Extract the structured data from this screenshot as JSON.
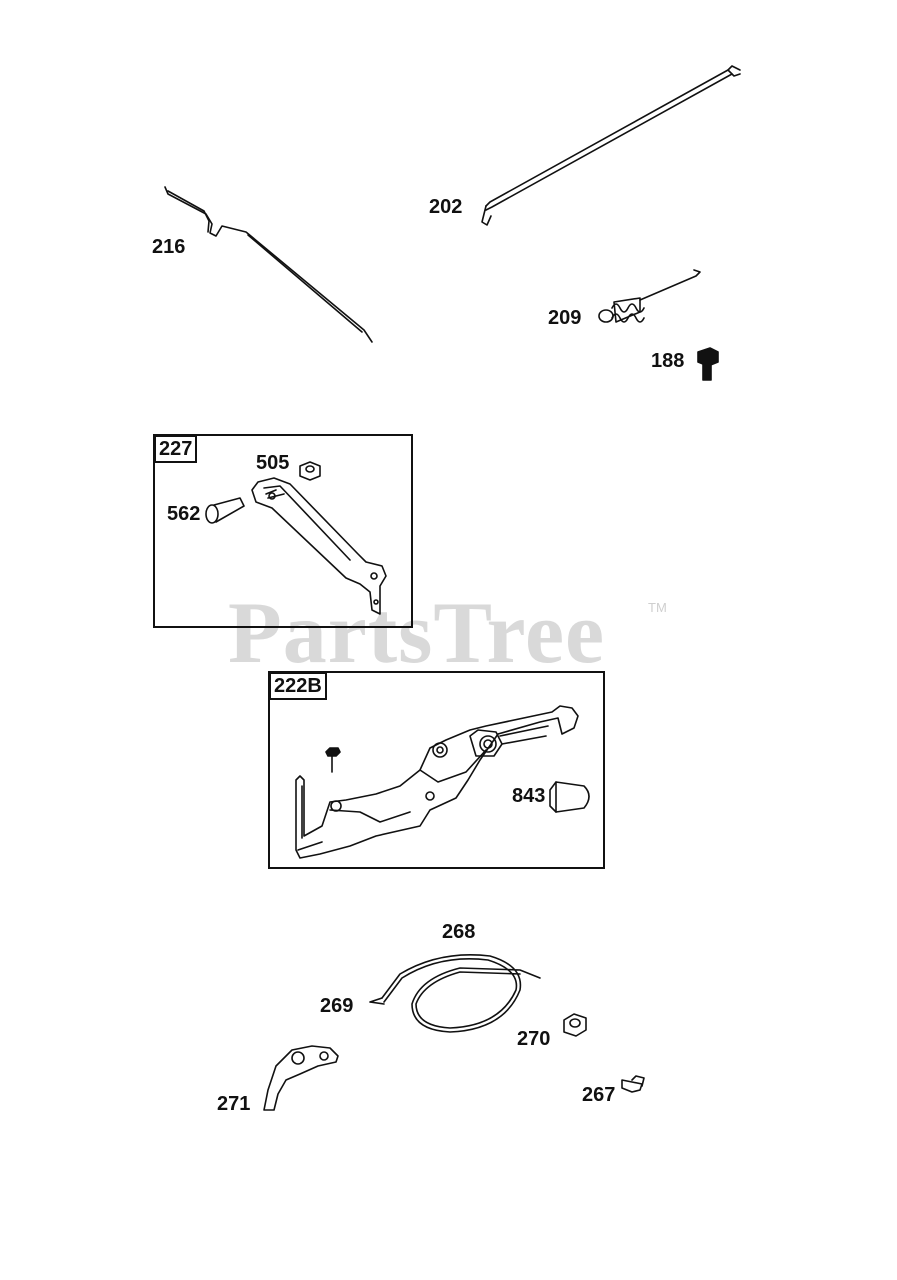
{
  "watermark": {
    "text": "PartsTree",
    "tm": "TM"
  },
  "groups": [
    {
      "id": "group-227",
      "label": "227"
    },
    {
      "id": "group-222b",
      "label": "222B"
    }
  ],
  "callouts": {
    "p216": "216",
    "p202": "202",
    "p209": "209",
    "p188": "188",
    "p505": "505",
    "p562": "562",
    "p843": "843",
    "p268": "268",
    "p269": "269",
    "p270": "270",
    "p271": "271",
    "p267": "267"
  },
  "colors": {
    "line": "#111111",
    "watermark": "#d9d9d9",
    "background": "#ffffff"
  }
}
